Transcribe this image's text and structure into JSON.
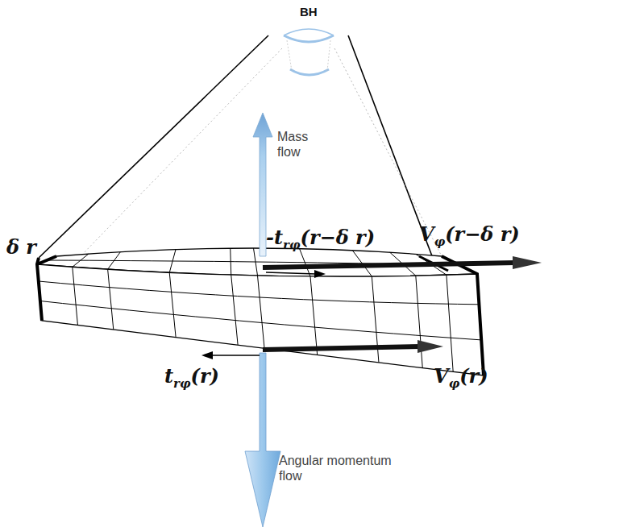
{
  "diagram": {
    "labels": [
      "BH",
      "Mass flow",
      "-t",
      "rφ",
      "(r−δ r)",
      "V",
      "φ",
      "(r−δ r)",
      "δ r",
      "t",
      "rφ",
      "(r)",
      "V",
      "φ",
      "(r)",
      "Angular momentum flow"
    ]
  }
}
